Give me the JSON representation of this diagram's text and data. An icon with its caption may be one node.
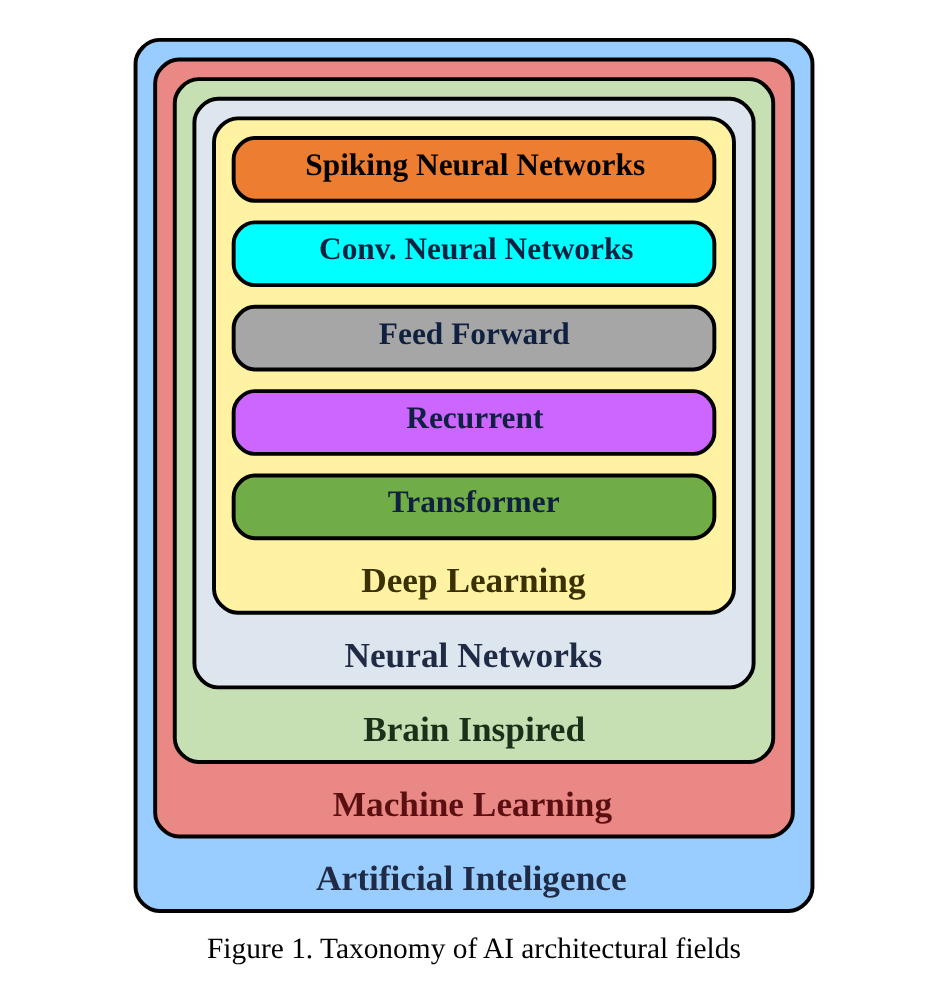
{
  "diagram": {
    "caption": "Figure 1. Taxonomy of AI architectural fields",
    "nodes": [
      {
        "text": [
          "Artificial Inteligence"
        ]
      },
      {
        "text": [
          "Machine Learning"
        ],
        "in": 0
      },
      {
        "text": [
          "Brain Inspired"
        ],
        "in": 1
      },
      {
        "text": [
          "Neural Networks"
        ],
        "in": 2
      },
      {
        "text": [
          "Deep Learning"
        ],
        "in": 3
      },
      {
        "text": [
          "Spiking Neural Networks"
        ],
        "in": 4
      },
      {
        "text": [
          "Conv. Neural Networks"
        ],
        "in": 4
      },
      {
        "text": [
          "Feed Forward"
        ],
        "in": 4
      },
      {
        "text": [
          "Recurrent"
        ],
        "in": 4
      },
      {
        "text": [
          "Transformer"
        ],
        "in": 4
      }
    ],
    "edges": []
  }
}
